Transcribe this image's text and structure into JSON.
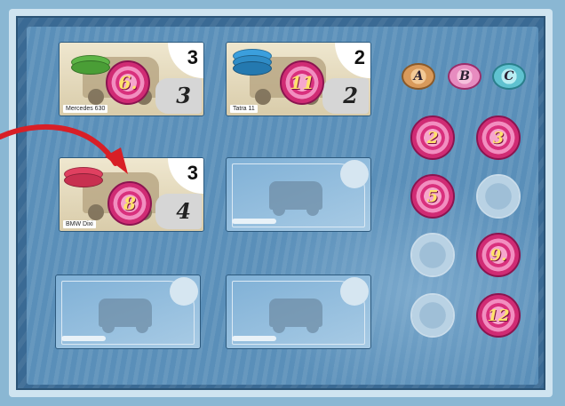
{
  "board": {
    "cards": [
      {
        "name": "Mercedes 630",
        "corner": "3",
        "value": "6.",
        "engine": "3",
        "token_color": "#5db546",
        "token_count": 2
      },
      {
        "name": "Tatra 11",
        "corner": "2",
        "value": "11",
        "engine": "2",
        "token_color": "#3b9fdd",
        "token_count": 3
      },
      {
        "name": "BMW Dixi",
        "corner": "3",
        "value": "8",
        "engine": "4",
        "token_color": "#e04060",
        "token_count": 2
      }
    ],
    "letters": [
      {
        "label": "A",
        "color": "#d99a5b"
      },
      {
        "label": "B",
        "color": "#e78cc0"
      },
      {
        "label": "C",
        "color": "#5fc2d0"
      }
    ],
    "disks": [
      "2",
      "3",
      "5",
      "",
      "",
      "9.",
      "",
      "12"
    ]
  },
  "colors": {
    "arrow": "#d81f26",
    "board": "#3a6a94"
  }
}
